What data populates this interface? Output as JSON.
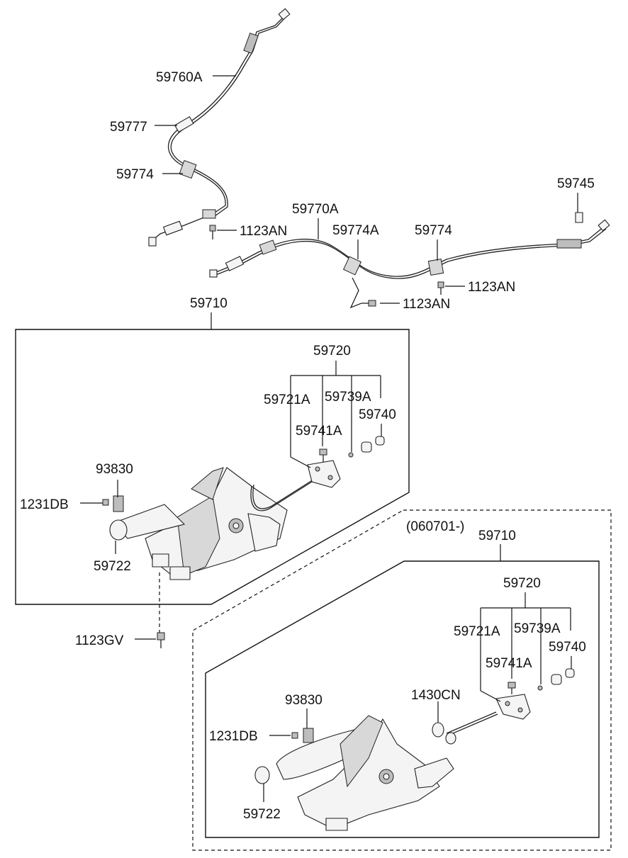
{
  "labels": {
    "cable_rear_a": "59760A",
    "clip_rear_a": "59777",
    "bracket_rear_a": "59774",
    "bolt_1": "1123AN",
    "cable_rear_b": "59770A",
    "bracket_b1": "59774A",
    "bracket_b2": "59774",
    "clip_end": "59745",
    "bolt_2": "1123AN",
    "bolt_3": "1123AN",
    "assy_top": "59710",
    "sub_top": "59720",
    "part_721a_top": "59721A",
    "part_739a_top": "59739A",
    "part_740_top": "59740",
    "part_741a_top": "59741A",
    "switch_top": "93830",
    "screw_top": "1231DB",
    "grip_top": "59722",
    "bolt_gv": "1123GV",
    "date_code": "(060701-)",
    "assy_bottom": "59710",
    "sub_bottom": "59720",
    "part_721a_bottom": "59721A",
    "part_739a_bottom": "59739A",
    "part_740_bottom": "59740",
    "part_741a_bottom": "59741A",
    "part_1430cn": "1430CN",
    "switch_bottom": "93830",
    "screw_bottom": "1231DB",
    "grip_bottom": "59722"
  }
}
